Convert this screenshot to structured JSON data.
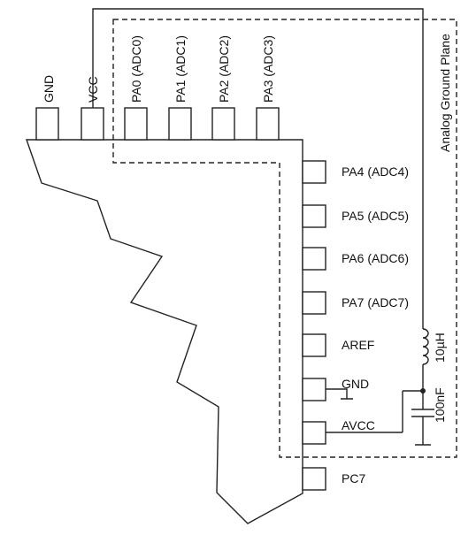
{
  "diagram": {
    "top_pins": [
      "GND",
      "VCC",
      "PA0 (ADC0)",
      "PA1 (ADC1)",
      "PA2 (ADC2)",
      "PA3 (ADC3)"
    ],
    "right_pins": [
      "PA4 (ADC4)",
      "PA5 (ADC5)",
      "PA6 (ADC6)",
      "PA7 (ADC7)",
      "AREF",
      "GND",
      "AVCC",
      "PC7"
    ],
    "plane_label": "Analog Ground Plane",
    "inductor_label": "10µH",
    "capacitor_label": "100nF"
  }
}
